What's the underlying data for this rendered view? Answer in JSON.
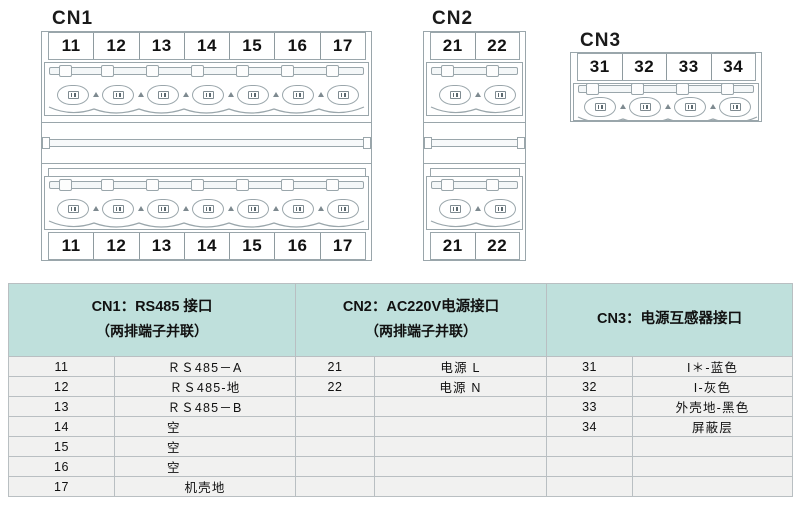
{
  "diagram": {
    "connectors": [
      {
        "name": "CN1",
        "title": "CN1",
        "pins": [
          "11",
          "12",
          "13",
          "14",
          "15",
          "16",
          "17"
        ],
        "double_row": true
      },
      {
        "name": "CN2",
        "title": "CN2",
        "pins": [
          "21",
          "22"
        ],
        "double_row": true
      },
      {
        "name": "CN3",
        "title": "CN3",
        "pins": [
          "31",
          "32",
          "33",
          "34"
        ],
        "double_row": false
      }
    ]
  },
  "table": {
    "headers": [
      {
        "line1": "CN1：RS485 接口",
        "line2": "（两排端子并联）"
      },
      {
        "line1": "CN2：AC220V电源接口",
        "line2": "（两排端子并联）"
      },
      {
        "line1": "CN3：电源互感器接口",
        "line2": ""
      }
    ],
    "rows": [
      {
        "cn1_num": "11",
        "cn1_val": "ＲＳ485－A",
        "cn2_num": "21",
        "cn2_val": "电源 L",
        "cn3_num": "31",
        "cn3_val": "I＊-蓝色"
      },
      {
        "cn1_num": "12",
        "cn1_val": "ＲＳ485-地",
        "cn2_num": "22",
        "cn2_val": "电源 N",
        "cn3_num": "32",
        "cn3_val": "I-灰色"
      },
      {
        "cn1_num": "13",
        "cn1_val": "ＲＳ485－B",
        "cn2_num": "",
        "cn2_val": "",
        "cn3_num": "33",
        "cn3_val": "外壳地-黑色"
      },
      {
        "cn1_num": "14",
        "cn1_val": "空",
        "cn2_num": "",
        "cn2_val": "",
        "cn3_num": "34",
        "cn3_val": "屏蔽层"
      },
      {
        "cn1_num": "15",
        "cn1_val": "空",
        "cn2_num": "",
        "cn2_val": "",
        "cn3_num": "",
        "cn3_val": ""
      },
      {
        "cn1_num": "16",
        "cn1_val": "空",
        "cn2_num": "",
        "cn2_val": "",
        "cn3_num": "",
        "cn3_val": ""
      },
      {
        "cn1_num": "17",
        "cn1_val": "机壳地",
        "cn2_num": "",
        "cn2_val": "",
        "cn3_num": "",
        "cn3_val": ""
      }
    ]
  },
  "colors": {
    "header_bg": "#bfe0dc",
    "row_bg": "#f1f1f0",
    "line": "#9aa6ab",
    "text": "#111111"
  }
}
